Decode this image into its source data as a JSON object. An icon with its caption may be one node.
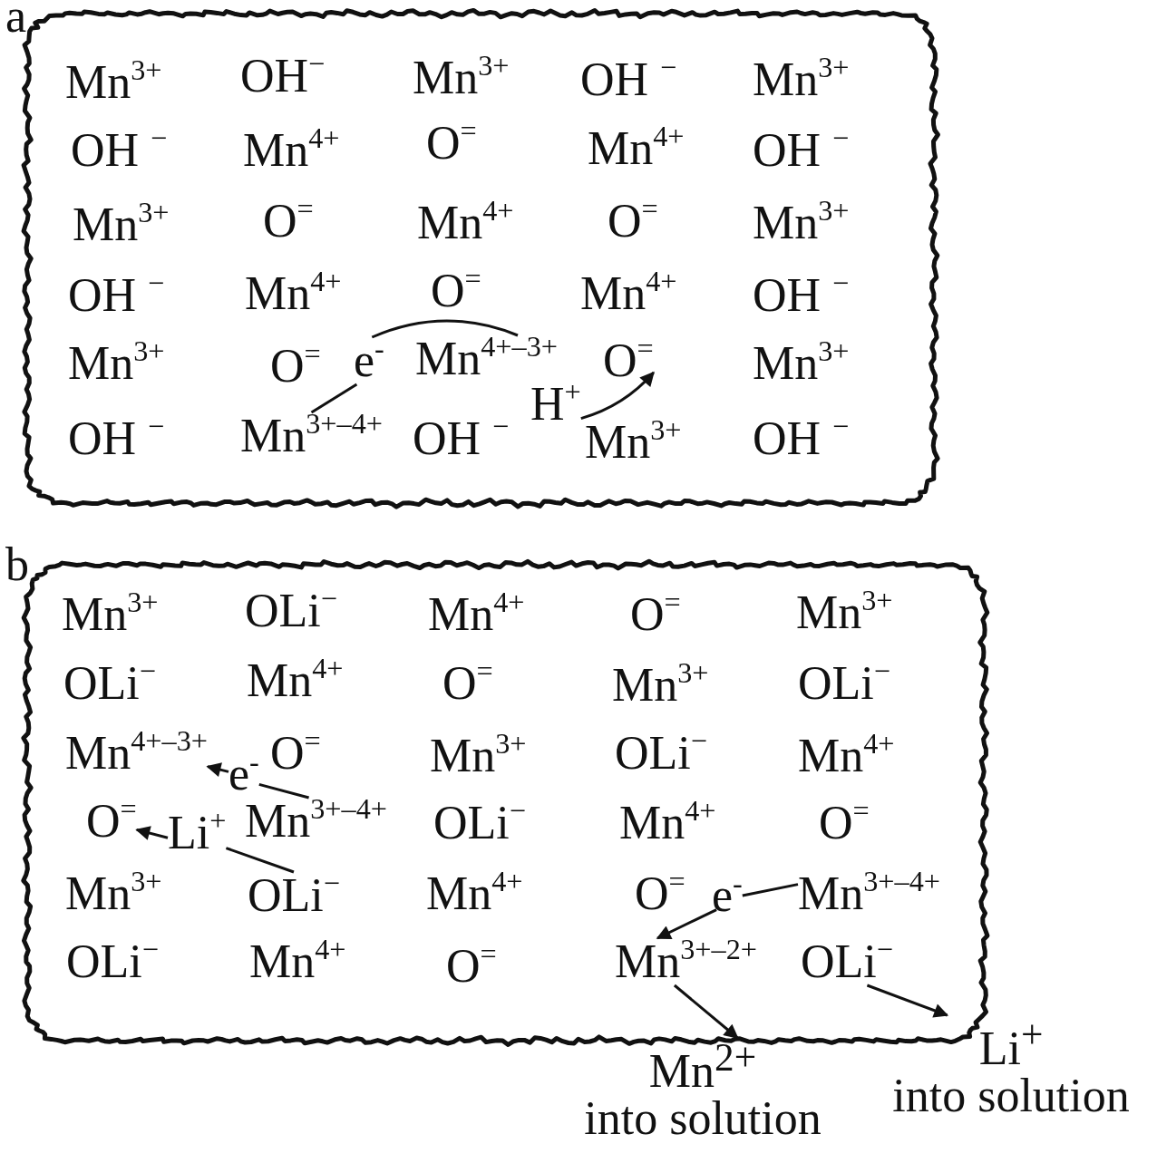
{
  "diagram": {
    "nodes": [
      {
        "text": [
          "a"
        ]
      },
      {
        "text": [
          "Mn$^{3+}$"
        ],
        "in": 0
      },
      {
        "text": [
          "OH$^{−}$"
        ],
        "in": 0
      },
      {
        "text": [
          "Mn$^{3+}$"
        ],
        "in": 0
      },
      {
        "text": [
          "OH $^{−}$"
        ],
        "in": 0
      },
      {
        "text": [
          "Mn$^{3+}$"
        ],
        "in": 0
      },
      {
        "text": [
          "OH $^{−}$"
        ],
        "in": 0
      },
      {
        "text": [
          "Mn$^{4+}$"
        ],
        "in": 0
      },
      {
        "text": [
          "O$^{=}$"
        ],
        "in": 0
      },
      {
        "text": [
          "Mn$^{4+}$"
        ],
        "in": 0
      },
      {
        "text": [
          "OH $^{−}$"
        ],
        "in": 0
      },
      {
        "text": [
          "Mn$^{3+}$"
        ],
        "in": 0
      },
      {
        "text": [
          "O$^{=}$"
        ],
        "in": 0
      },
      {
        "text": [
          "Mn$^{4+}$"
        ],
        "in": 0
      },
      {
        "text": [
          "O$^{=}$"
        ],
        "in": 0
      },
      {
        "text": [
          "Mn$^{3+}$"
        ],
        "in": 0
      },
      {
        "text": [
          "OH $^{−}$"
        ],
        "in": 0
      },
      {
        "text": [
          "Mn$^{4+}$"
        ],
        "in": 0
      },
      {
        "text": [
          "O$^{=}$"
        ],
        "in": 0
      },
      {
        "text": [
          "Mn$^{4+}$"
        ],
        "in": 0
      },
      {
        "text": [
          "OH $^{−}$"
        ],
        "in": 0
      },
      {
        "text": [
          "Mn$^{3+}$"
        ],
        "in": 0
      },
      {
        "text": [
          "O$^{=}$"
        ],
        "in": 0
      },
      {
        "text": [
          "e$^{-}$"
        ],
        "in": 0
      },
      {
        "text": [
          "Mn$^{4+–3+}$"
        ],
        "in": 0
      },
      {
        "text": [
          "O$^{=}$"
        ],
        "in": 0
      },
      {
        "text": [
          "Mn$^{3+}$"
        ],
        "in": 0
      },
      {
        "text": [
          "H$^{+}$"
        ],
        "in": 0
      },
      {
        "text": [
          "OH $^{−}$"
        ],
        "in": 0
      },
      {
        "text": [
          "Mn$^{3+–4+}$"
        ],
        "in": 0
      },
      {
        "text": [
          "OH $^{−}$"
        ],
        "in": 0
      },
      {
        "text": [
          "Mn$^{3+}$"
        ],
        "in": 0
      },
      {
        "text": [
          "OH $^{−}$"
        ],
        "in": 0
      },
      {
        "text": [
          "b"
        ]
      },
      {
        "text": [
          "Mn$^{3+}$"
        ],
        "in": 33
      },
      {
        "text": [
          "OLi$^{−}$"
        ],
        "in": 33
      },
      {
        "text": [
          "Mn$^{4+}$"
        ],
        "in": 33
      },
      {
        "text": [
          "O$^{=}$"
        ],
        "in": 33
      },
      {
        "text": [
          "Mn$^{3+}$"
        ],
        "in": 33
      },
      {
        "text": [
          "OLi$^{−}$"
        ],
        "in": 33
      },
      {
        "text": [
          "Mn$^{4+}$"
        ],
        "in": 33
      },
      {
        "text": [
          "O$^{=}$"
        ],
        "in": 33
      },
      {
        "text": [
          "Mn$^{3+}$"
        ],
        "in": 33
      },
      {
        "text": [
          "OLi$^{−}$"
        ],
        "in": 33
      },
      {
        "text": [
          "Mn$^{4+–3+}$"
        ],
        "in": 33
      },
      {
        "text": [
          "e$^{-}$"
        ],
        "in": 33
      },
      {
        "text": [
          "O$^{=}$"
        ],
        "in": 33
      },
      {
        "text": [
          "Mn$^{3+}$"
        ],
        "in": 33
      },
      {
        "text": [
          "OLi$^{−}$"
        ],
        "in": 33
      },
      {
        "text": [
          "Mn$^{4+}$"
        ],
        "in": 33
      },
      {
        "text": [
          "O$^{=}$"
        ],
        "in": 33
      },
      {
        "text": [
          "Li$^{+}$"
        ],
        "in": 33
      },
      {
        "text": [
          "Mn$^{3+–4+}$"
        ],
        "in": 33
      },
      {
        "text": [
          "OLi$^{−}$"
        ],
        "in": 33
      },
      {
        "text": [
          "Mn$^{4+}$"
        ],
        "in": 33
      },
      {
        "text": [
          "O$^{=}$"
        ],
        "in": 33
      },
      {
        "text": [
          "Mn$^{3+}$"
        ],
        "in": 33
      },
      {
        "text": [
          "OLi$^{−}$"
        ],
        "in": 33
      },
      {
        "text": [
          "Mn$^{4+}$"
        ],
        "in": 33
      },
      {
        "text": [
          "O$^{=}$"
        ],
        "in": 33
      },
      {
        "text": [
          "e$^{-}$"
        ],
        "in": 33
      },
      {
        "text": [
          "Mn$^{3+–4+}$"
        ],
        "in": 33
      },
      {
        "text": [
          "OLi$^{−}$"
        ],
        "in": 33
      },
      {
        "text": [
          "Mn$^{4+}$"
        ],
        "in": 33
      },
      {
        "text": [
          "O$^{=}$"
        ],
        "in": 33
      },
      {
        "text": [
          "Mn$^{3+–2+}$"
        ],
        "in": 33
      },
      {
        "text": [
          "OLi$^{−}$"
        ],
        "in": 33
      },
      {
        "text": [
          "Mn$^{2+}$",
          "into solution"
        ]
      },
      {
        "text": [
          "Li$^{+}$",
          "into solution"
        ]
      }
    ],
    "edges": [
      {
        "from": 29,
        "to": 23,
        "arrow": "none"
      },
      {
        "from": 23,
        "to": 24,
        "arrow": "none"
      },
      {
        "from": 27,
        "to": 25,
        "arrow": "to"
      },
      {
        "from": 52,
        "to": 45,
        "arrow": "none"
      },
      {
        "from": 45,
        "to": 44,
        "arrow": "to"
      },
      {
        "from": 57,
        "to": 51,
        "arrow": "none"
      },
      {
        "from": 51,
        "to": 50,
        "arrow": "to"
      },
      {
        "from": 61,
        "to": 60,
        "arrow": "none"
      },
      {
        "from": 60,
        "to": 65,
        "arrow": "to"
      },
      {
        "from": 65,
        "to": 67,
        "arrow": "to"
      },
      {
        "from": 66,
        "to": 68,
        "arrow": "to"
      }
    ]
  }
}
